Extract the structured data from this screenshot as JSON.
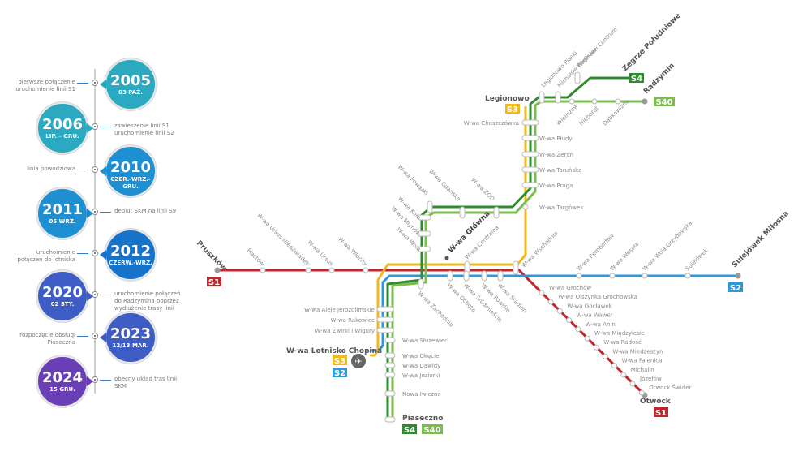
{
  "timeline": {
    "events": [
      {
        "year": "2005",
        "date": "03 PAŹ.",
        "text": "pierwsze połączenie uruchomienie linii S1",
        "color": "#2aa9c0",
        "side": "right"
      },
      {
        "year": "2006",
        "date": "LIP. – GRU.",
        "text": "zawieszenie linii S1 uruchomienie linii S2",
        "color": "#2aa9c0",
        "side": "left"
      },
      {
        "year": "2010",
        "date": "CZER.-WRZ.-GRU.",
        "text": "linia powodziowa",
        "color": "#1e8fd0",
        "side": "right"
      },
      {
        "year": "2011",
        "date": "05 WRZ.",
        "text": "debiut SKM na linii S9",
        "color": "#1e8fd0",
        "side": "left"
      },
      {
        "year": "2012",
        "date": "CZERW.-WRZ.",
        "text": "uruchomienie połączeń do lotniska",
        "color": "#1772c9",
        "side": "right"
      },
      {
        "year": "2020",
        "date": "02 STY.",
        "text": "uruchomienie połączeń do Radzymina poprzez wydłużenie trasy linii",
        "color": "#3d5cc4",
        "side": "left"
      },
      {
        "year": "2023",
        "date": "12/13 MAR.",
        "text": "rozpoczęcie obsługi Piaseczna",
        "color": "#3d5cc4",
        "side": "right"
      },
      {
        "year": "2024",
        "date": "15 GRU.",
        "text": "obecny układ tras linii SKM",
        "color": "#6a3fb5",
        "side": "left"
      }
    ]
  },
  "map": {
    "lines": {
      "S1": {
        "label": "S1",
        "color": "#c0272d"
      },
      "S2": {
        "label": "S2",
        "color": "#2d9ad8"
      },
      "S3": {
        "label": "S3",
        "color": "#f2b91e"
      },
      "S4": {
        "label": "S4",
        "color": "#2e8b2e"
      },
      "S40": {
        "label": "S40",
        "color": "#7cbb4f"
      }
    },
    "termini": {
      "pruszkow": "Pruszków",
      "otwock": "Otwock",
      "sulejowek_milosna": "Sulejówek Miłosna",
      "legionowo": "Legionowo",
      "zegrze": "Zegrze Południowe",
      "radzymin": "Radzymin",
      "lotnisko": "W-wa Lotnisko Chopina",
      "piaseczno": "Piaseczno",
      "glowna": "W-wa Główna"
    },
    "stations": {
      "west_s1": [
        "Piastów",
        "W-wa Ursus-Niedźwiadek",
        "W-wa Ursus",
        "W-wa Włochy"
      ],
      "north_diag": [
        "Legionowo Piaski",
        "Michałów Reginów",
        "Wieliszew Centrum"
      ],
      "north_s40_diag": [
        "Wieliszew",
        "Nieporęt",
        "Dąbkowizna"
      ],
      "north_left": [
        "W-wa Choszczówka"
      ],
      "north_right": [
        "W-wa Płudy",
        "W-wa Żerań",
        "W-wa Toruńska",
        "W-wa Praga",
        "W-wa Targówek"
      ],
      "s4_west_diag": [
        "W-wa Powązki",
        "W-wa Gdańska",
        "W-wa ZOO"
      ],
      "s4_west_left": [
        "W-wa Koło",
        "W-wa Młynów",
        "W-wa Wola"
      ],
      "centre_diag": [
        "W-wa Centralna",
        "W-wa Wschodnia"
      ],
      "centre_below": [
        "W-wa Zachodnia",
        "W-wa Ochota",
        "W-wa Śródmieście",
        "W-wa Powiśle",
        "W-wa Stadion"
      ],
      "east_s2": [
        "W-wa Rembertów",
        "W-wa Wesoła",
        "W-wa Wola Grzybowska",
        "Sulejówek"
      ],
      "east_s1": [
        "W-wa Grochów",
        "W-wa Olszynka Grochowska",
        "W-wa Gocławek",
        "W-wa Wawer",
        "W-wa Anin",
        "W-wa Międzylesie",
        "W-wa Radość",
        "W-wa Miedzeszyn",
        "W-wa Falenica",
        "Michalin",
        "Józefów",
        "Otwock Świder"
      ],
      "south_left": [
        "W-wa Aleje Jerozolimskie",
        "W-wa Rakowiec",
        "W-wa Żwirki i Wigury"
      ],
      "south_right": [
        "W-wa Służewiec",
        "W-wa Okęcie",
        "W-wa Dawidy",
        "W-wa Jeziorki",
        "Nowa Iwiczna"
      ]
    },
    "airport_icon": "airplane-icon"
  }
}
